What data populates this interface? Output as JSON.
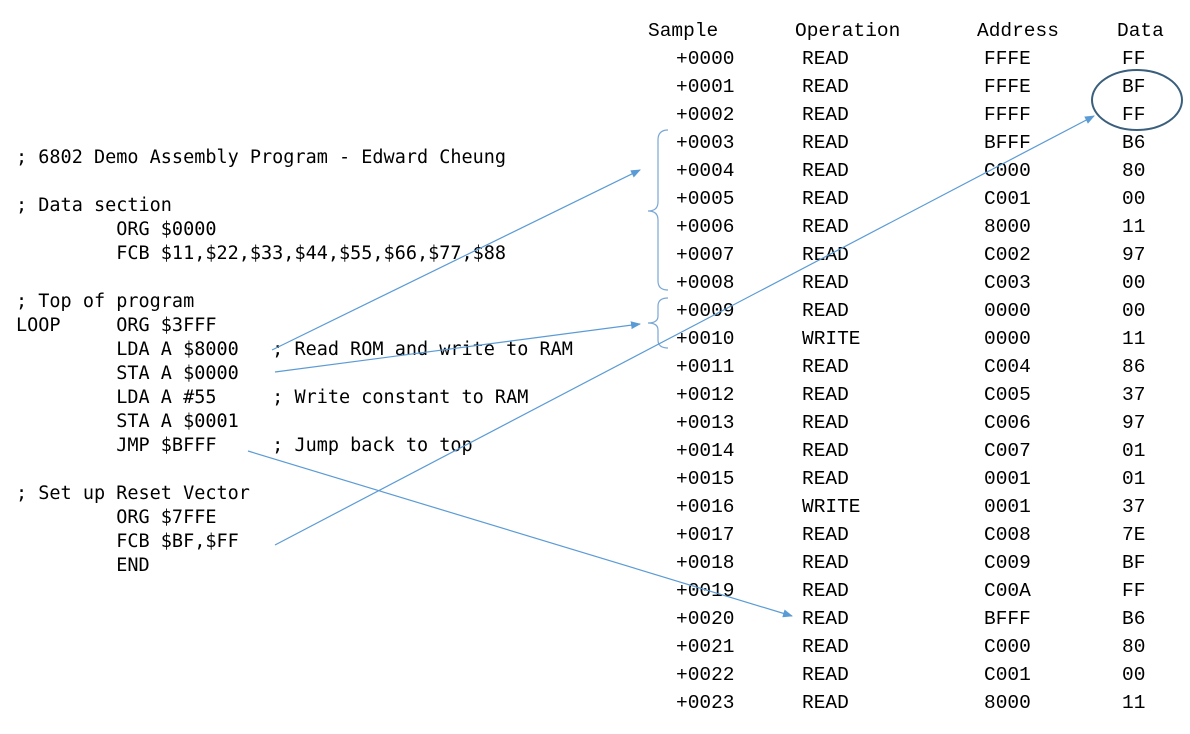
{
  "program": {
    "lines": [
      "; 6802 Demo Assembly Program - Edward Cheung",
      "",
      "; Data section",
      "         ORG $0000",
      "         FCB $11,$22,$33,$44,$55,$66,$77,$88",
      "",
      "; Top of program",
      "LOOP     ORG $3FFF",
      "         LDA A $8000   ; Read ROM and write to RAM",
      "         STA A $0000",
      "         LDA A #55     ; Write constant to RAM",
      "         STA A $0001",
      "         JMP $BFFF     ; Jump back to top",
      "",
      "; Set up Reset Vector",
      "         ORG $7FFE",
      "         FCB $BF,$FF",
      "         END"
    ]
  },
  "trace": {
    "headers": {
      "sample": "Sample",
      "operation": "Operation",
      "address": "Address",
      "data": "Data"
    },
    "rows": [
      {
        "sample": "+0000",
        "operation": "READ",
        "address": "FFFE",
        "data": "FF"
      },
      {
        "sample": "+0001",
        "operation": "READ",
        "address": "FFFE",
        "data": "BF"
      },
      {
        "sample": "+0002",
        "operation": "READ",
        "address": "FFFF",
        "data": "FF"
      },
      {
        "sample": "+0003",
        "operation": "READ",
        "address": "BFFF",
        "data": "B6"
      },
      {
        "sample": "+0004",
        "operation": "READ",
        "address": "C000",
        "data": "80"
      },
      {
        "sample": "+0005",
        "operation": "READ",
        "address": "C001",
        "data": "00"
      },
      {
        "sample": "+0006",
        "operation": "READ",
        "address": "8000",
        "data": "11"
      },
      {
        "sample": "+0007",
        "operation": "READ",
        "address": "C002",
        "data": "97"
      },
      {
        "sample": "+0008",
        "operation": "READ",
        "address": "C003",
        "data": "00"
      },
      {
        "sample": "+0009",
        "operation": "READ",
        "address": "0000",
        "data": "00"
      },
      {
        "sample": "+0010",
        "operation": "WRITE",
        "address": "0000",
        "data": "11"
      },
      {
        "sample": "+0011",
        "operation": "READ",
        "address": "C004",
        "data": "86"
      },
      {
        "sample": "+0012",
        "operation": "READ",
        "address": "C005",
        "data": "37"
      },
      {
        "sample": "+0013",
        "operation": "READ",
        "address": "C006",
        "data": "97"
      },
      {
        "sample": "+0014",
        "operation": "READ",
        "address": "C007",
        "data": "01"
      },
      {
        "sample": "+0015",
        "operation": "READ",
        "address": "0001",
        "data": "01"
      },
      {
        "sample": "+0016",
        "operation": "WRITE",
        "address": "0001",
        "data": "37"
      },
      {
        "sample": "+0017",
        "operation": "READ",
        "address": "C008",
        "data": "7E"
      },
      {
        "sample": "+0018",
        "operation": "READ",
        "address": "C009",
        "data": "BF"
      },
      {
        "sample": "+0019",
        "operation": "READ",
        "address": "C00A",
        "data": "FF"
      },
      {
        "sample": "+0020",
        "operation": "READ",
        "address": "BFFF",
        "data": "B6"
      },
      {
        "sample": "+0021",
        "operation": "READ",
        "address": "C000",
        "data": "80"
      },
      {
        "sample": "+0022",
        "operation": "READ",
        "address": "C001",
        "data": "00"
      },
      {
        "sample": "+0023",
        "operation": "READ",
        "address": "8000",
        "data": "11"
      }
    ]
  },
  "colors": {
    "arrow": "#5b9bd5",
    "brace": "#7aa7d6",
    "circle": "#3a5f7d",
    "text": "#000000"
  }
}
